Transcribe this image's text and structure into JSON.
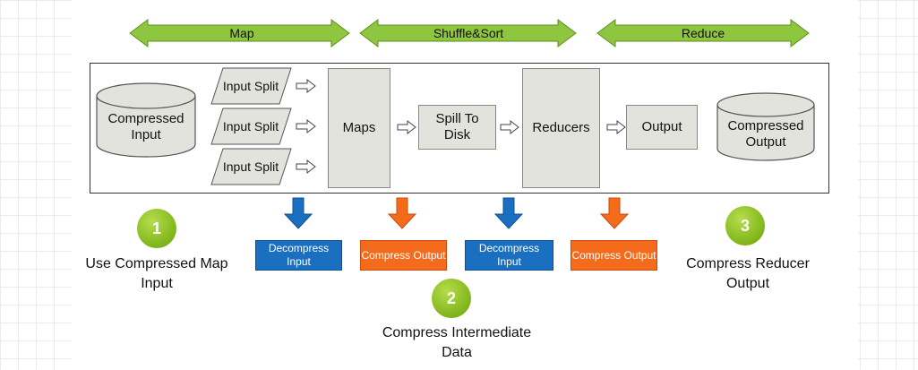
{
  "phases": [
    {
      "label": "Map"
    },
    {
      "label": "Shuffle&Sort"
    },
    {
      "label": "Reduce"
    }
  ],
  "flow": {
    "compressed_input": "Compressed Input",
    "input_splits": [
      "Input Split",
      "Input Split",
      "Input Split"
    ],
    "maps": "Maps",
    "spill": "Spill To Disk",
    "reducers": "Reducers",
    "output": "Output",
    "compressed_output": "Compressed Output"
  },
  "stages": [
    {
      "label": "Decompress Input",
      "color": "#1a6fc0"
    },
    {
      "label": "Compress Output",
      "color": "#f36b1b"
    },
    {
      "label": "Decompress Input",
      "color": "#1a6fc0"
    },
    {
      "label": "Compress Output",
      "color": "#f36b1b"
    }
  ],
  "steps": [
    {
      "number": "1",
      "caption": "Use Compressed Map Input"
    },
    {
      "number": "2",
      "caption": "Compress Intermediate Data"
    },
    {
      "number": "3",
      "caption": "Compress Reducer Output"
    }
  ],
  "colors": {
    "phase_green": "#8ec63f",
    "decompress_blue": "#1a6fc0",
    "compress_orange": "#f36b1b",
    "step_green": "#8dc52a"
  }
}
